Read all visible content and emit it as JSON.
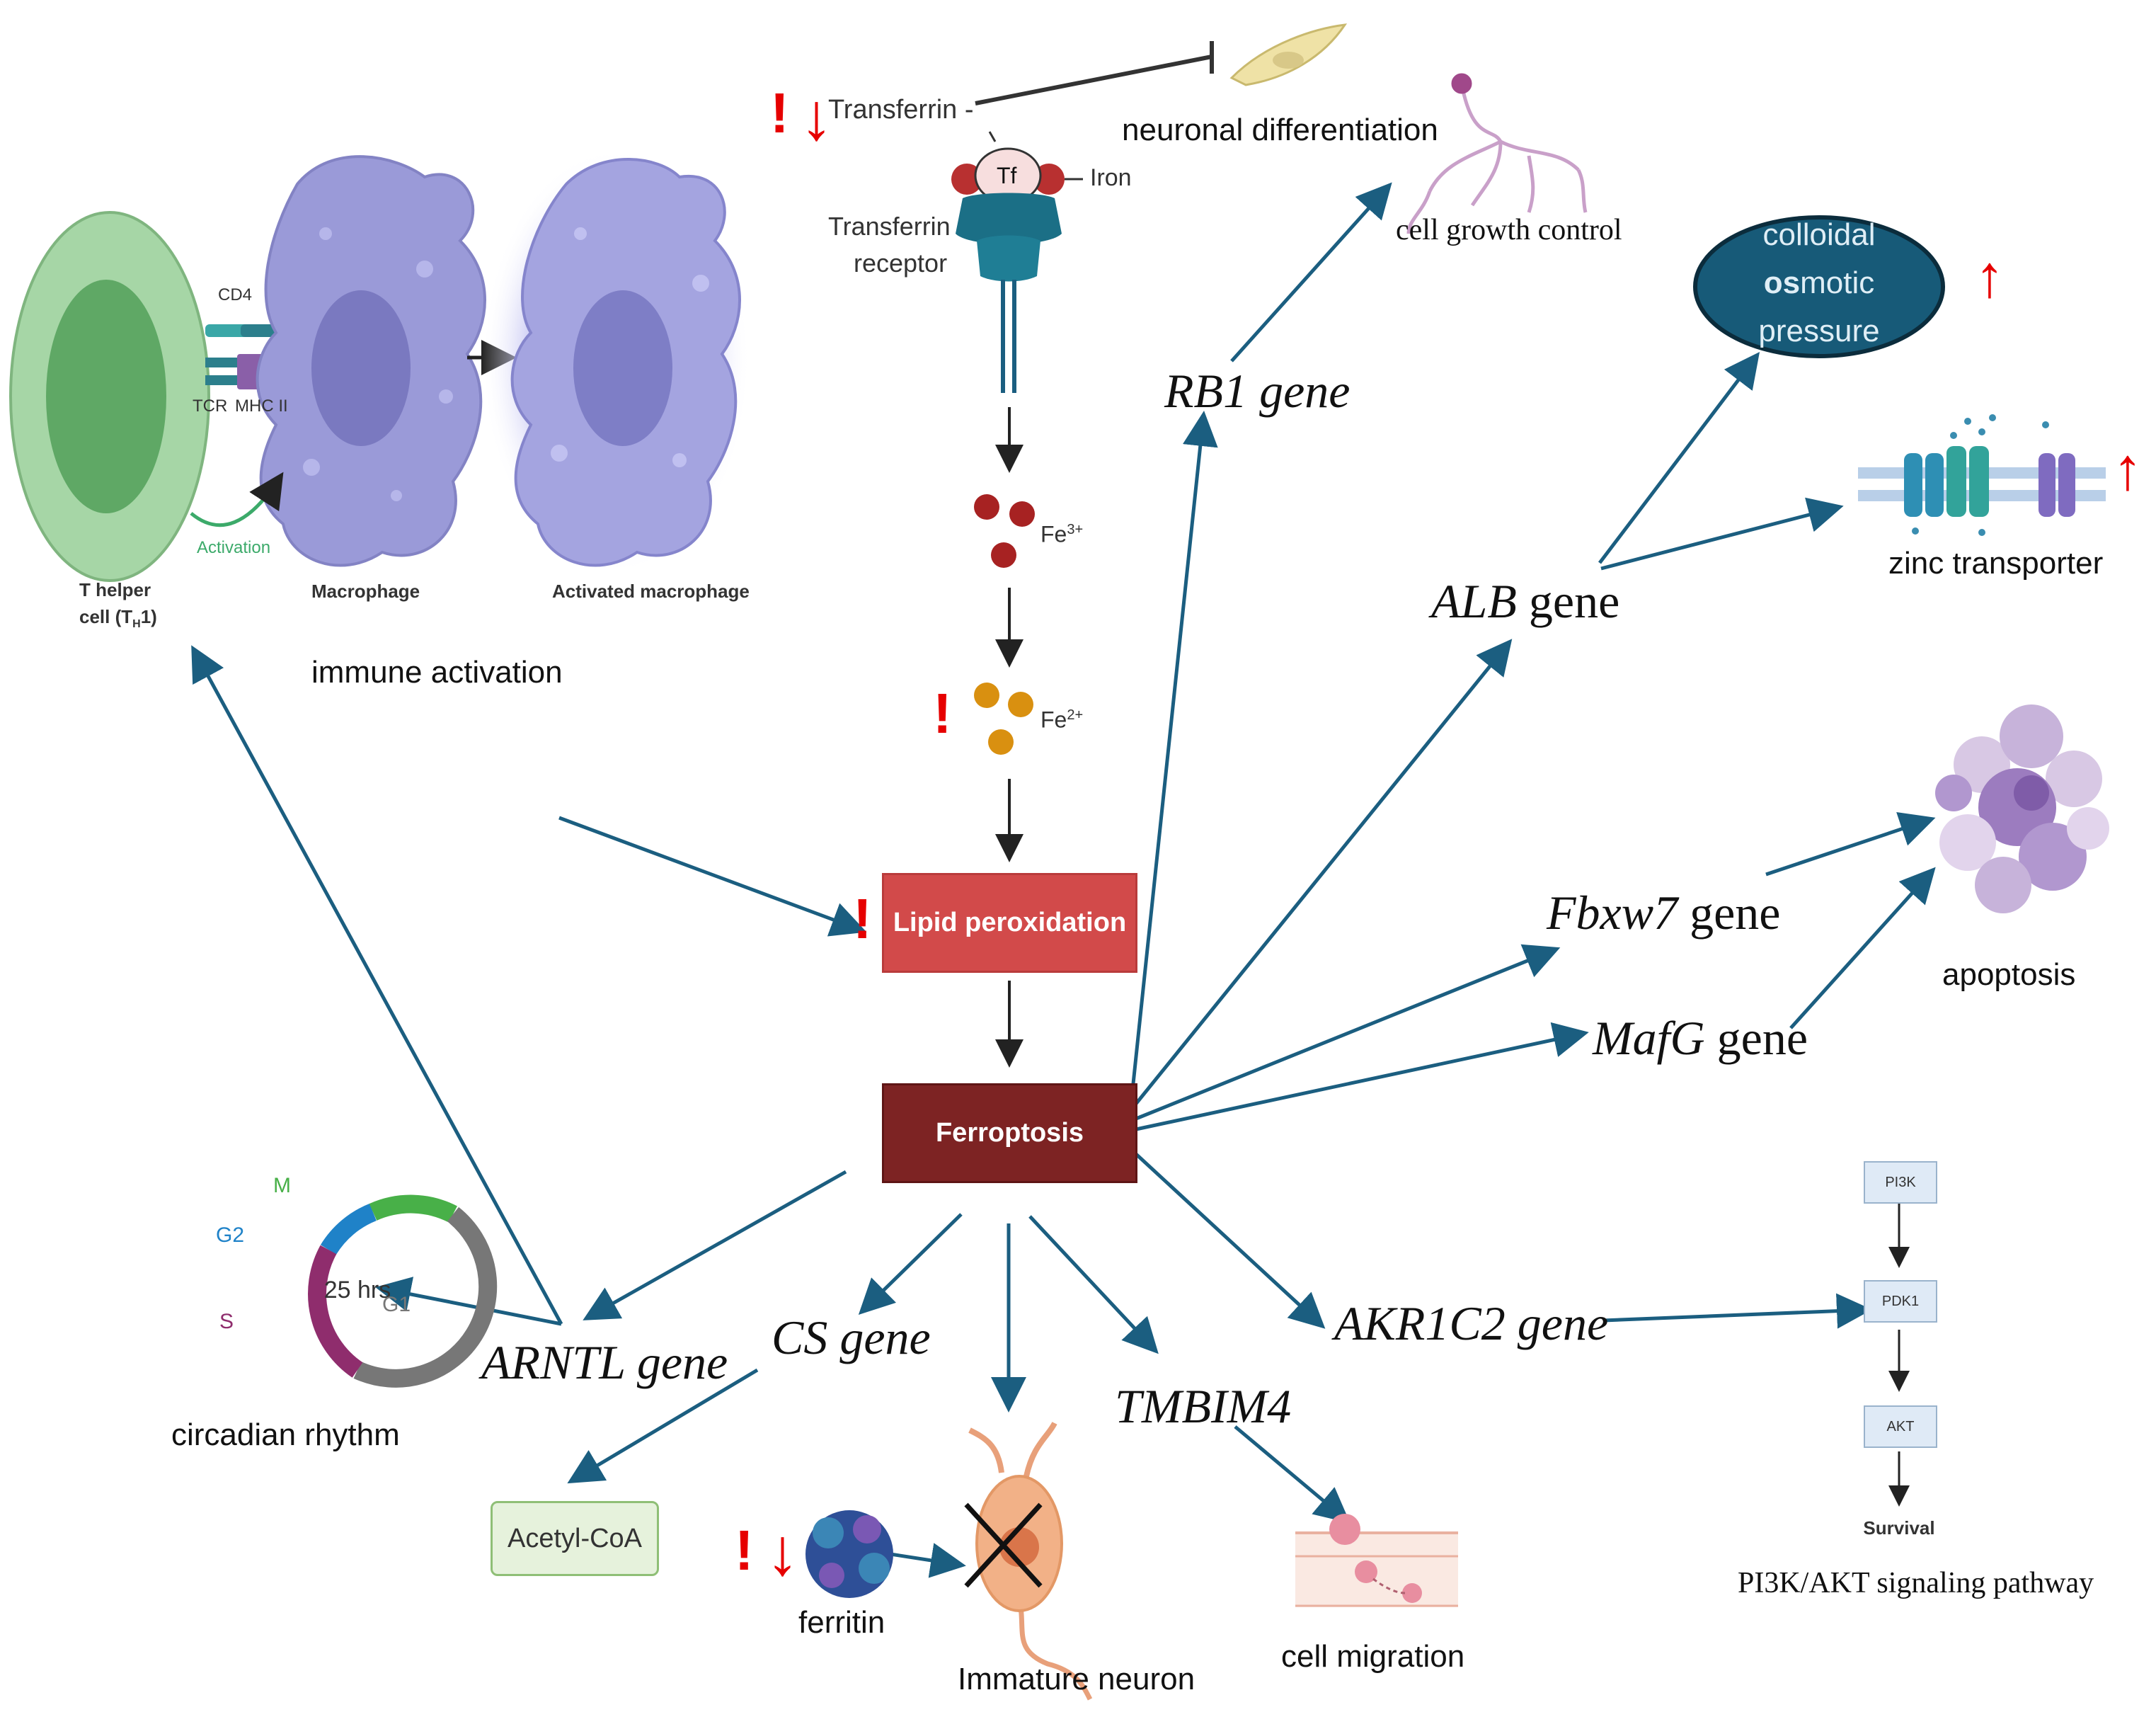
{
  "central": {
    "lipid_peroxidation": "Lipid peroxidation",
    "ferroptosis": "Ferroptosis"
  },
  "iron_pathway": {
    "transferrin": "Transferrin -",
    "tf": "Tf",
    "iron": "Iron",
    "receptor_line1": "Transferrin",
    "receptor_line2": "receptor",
    "fe3": "Fe",
    "fe3_sup": "3+",
    "fe2": "Fe",
    "fe2_sup": "2+"
  },
  "neuronal": {
    "differentiation": "neuronal differentiation",
    "growth_control": "cell growth control"
  },
  "immune": {
    "cd4": "CD4",
    "tcr": "TCR",
    "mhc": "MHC II",
    "activation": "Activation",
    "t_helper_line1": "T helper",
    "t_helper_line2": "cell (T",
    "t_helper_sub": "H",
    "t_helper_end": "1)",
    "macrophage": "Macrophage",
    "activated_macrophage": "Activated macrophage",
    "immune_activation": "immune activation"
  },
  "genes": {
    "rb1": "RB1 gene",
    "alb_italic": "ALB",
    "alb_rest": " gene",
    "fbxw7_italic": "Fbxw7",
    "fbxw7_rest": "  gene",
    "mafg_italic": "MafG",
    "mafg_rest": " gene",
    "akr1c2": "AKR1C2 gene",
    "arntl": "ARNTL gene",
    "cs": "CS gene",
    "tmbim4": "TMBIM4"
  },
  "outcomes": {
    "colloidal_line1": "colloidal",
    "colloidal_bold": "os",
    "colloidal_rest": "motic",
    "colloidal_line3": "pressure",
    "zinc": "zinc transporter",
    "apoptosis": "apoptosis",
    "circadian": "circadian rhythm",
    "acetyl": "Acetyl-CoA",
    "ferritin": "ferritin",
    "immature_neuron": "Immature neuron",
    "cell_migration": "cell migration"
  },
  "cell_cycle": {
    "center": "25 hrs",
    "m": "M",
    "g2": "G2",
    "s": "S",
    "g1": "G1"
  },
  "pi3k": {
    "pi3k": "PI3K",
    "pdk1": "PDK1",
    "akt": "AKT",
    "survival": "Survival",
    "title": "PI3K/AKT signaling pathway"
  },
  "marks": {
    "exclamation": "!",
    "up": "↑",
    "down": "↓"
  },
  "colors": {
    "arrow": "#1b5e80",
    "lipid_box": "#d24a4a",
    "ferroptosis_box": "#7d2323",
    "warning": "#e60000",
    "colloid_fill": "#175a78",
    "thelper": "#9ccf9c",
    "macrophage": "#9a9ad8"
  }
}
